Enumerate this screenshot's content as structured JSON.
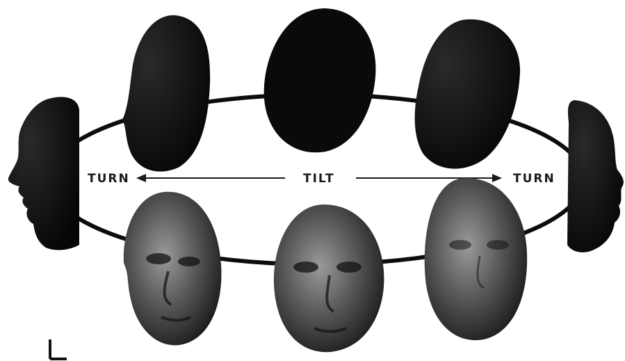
{
  "labels": {
    "center": "TILT",
    "left": "TURN",
    "right": "TURN"
  },
  "colors": {
    "ink": "#0c0c0c",
    "background": "#ffffff",
    "face_highlight": "#8a8a8a"
  },
  "masks": [
    {
      "id": "left-profile",
      "view": "profile-facing-left",
      "lit": false
    },
    {
      "id": "top-left",
      "view": "back-three-quarter",
      "lit": false
    },
    {
      "id": "top-center",
      "view": "back",
      "lit": false
    },
    {
      "id": "top-right",
      "view": "back-three-quarter",
      "lit": false
    },
    {
      "id": "right-profile",
      "view": "profile-facing-right",
      "lit": false
    },
    {
      "id": "bottom-left",
      "view": "front-three-quarter",
      "lit": true
    },
    {
      "id": "bottom-center",
      "view": "front",
      "lit": true
    },
    {
      "id": "bottom-right",
      "view": "front-three-quarter",
      "lit": true
    }
  ]
}
